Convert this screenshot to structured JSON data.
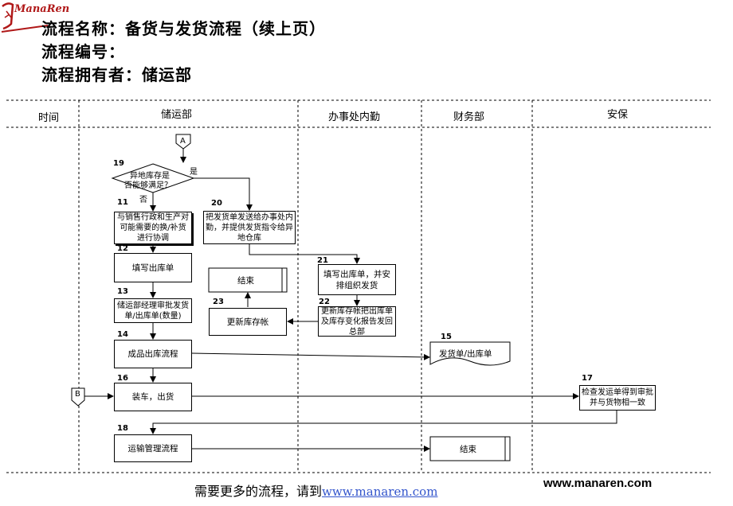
{
  "logo": {
    "text": "ManaRen"
  },
  "header": {
    "process_name": "流程名称：备货与发货流程（续上页）",
    "process_number": "流程编号：",
    "process_owner": "流程拥有者：储运部"
  },
  "lanes": {
    "time": "时间",
    "storage": "储运部",
    "office": "办事处内勤",
    "finance": "财务部",
    "security": "安保"
  },
  "connectors": {
    "a": "A",
    "b": "B"
  },
  "decision": {
    "number": "19",
    "line1": "异地库存是",
    "line2": "否能够满足？",
    "yes": "是",
    "no": "否"
  },
  "steps": [
    {
      "number": "11",
      "text": "与销售行政和生产对可能需要的换/补货进行协调"
    },
    {
      "number": "12",
      "text": "填写出库单"
    },
    {
      "number": "13",
      "text": "储运部经理审批发货单/出库单(数量)"
    },
    {
      "number": "14",
      "text": "成品出库流程"
    },
    {
      "number": "15",
      "text": "发货单/出库单"
    },
    {
      "number": "16",
      "text": "装车，出货"
    },
    {
      "number": "17",
      "text": "检查发运单得到审批并与货物相一致"
    },
    {
      "number": "18",
      "text": "运输管理流程"
    },
    {
      "number": "20",
      "text": "把发货单发送给办事处内勤，并提供发货指令给异地仓库"
    },
    {
      "number": "21",
      "text": "填写出库单，并安排组织发货"
    },
    {
      "number": "22",
      "text": "更新库存帐把出库单及库存变化报告发回总部"
    },
    {
      "number": "23",
      "text": "更新库存帐"
    }
  ],
  "ends": {
    "end_top": "结束",
    "end_bottom": "结束"
  },
  "footer": {
    "prefix": "需要更多的流程，请到",
    "link": "www.manaren.com",
    "site": "www.manaren.com"
  }
}
